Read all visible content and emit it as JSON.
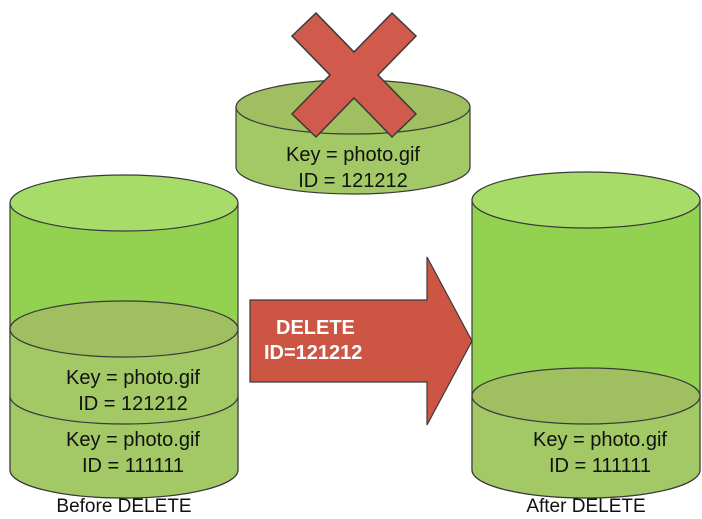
{
  "colors": {
    "bucket_fill": "#93d150",
    "bucket_top": "#a7dc68",
    "object_fill": "#a3c866",
    "object_top": "#9fbf60",
    "outline": "#3a3a3a",
    "arrow_fill": "#cc5544",
    "cross_fill": "#d05a4c"
  },
  "deleted_object": {
    "key": "Key = photo.gif",
    "id": "ID = 121212",
    "status_icon": "cross-icon"
  },
  "before": {
    "caption": "Before DELETE",
    "objects": [
      {
        "key": "Key = photo.gif",
        "id": "ID = 121212"
      },
      {
        "key": "Key = photo.gif",
        "id": "ID = 111111"
      }
    ]
  },
  "action": {
    "line1": "DELETE",
    "line2": "ID=121212"
  },
  "after": {
    "caption": "After DELETE",
    "objects": [
      {
        "key": "Key = photo.gif",
        "id": "ID = 111111"
      }
    ]
  }
}
